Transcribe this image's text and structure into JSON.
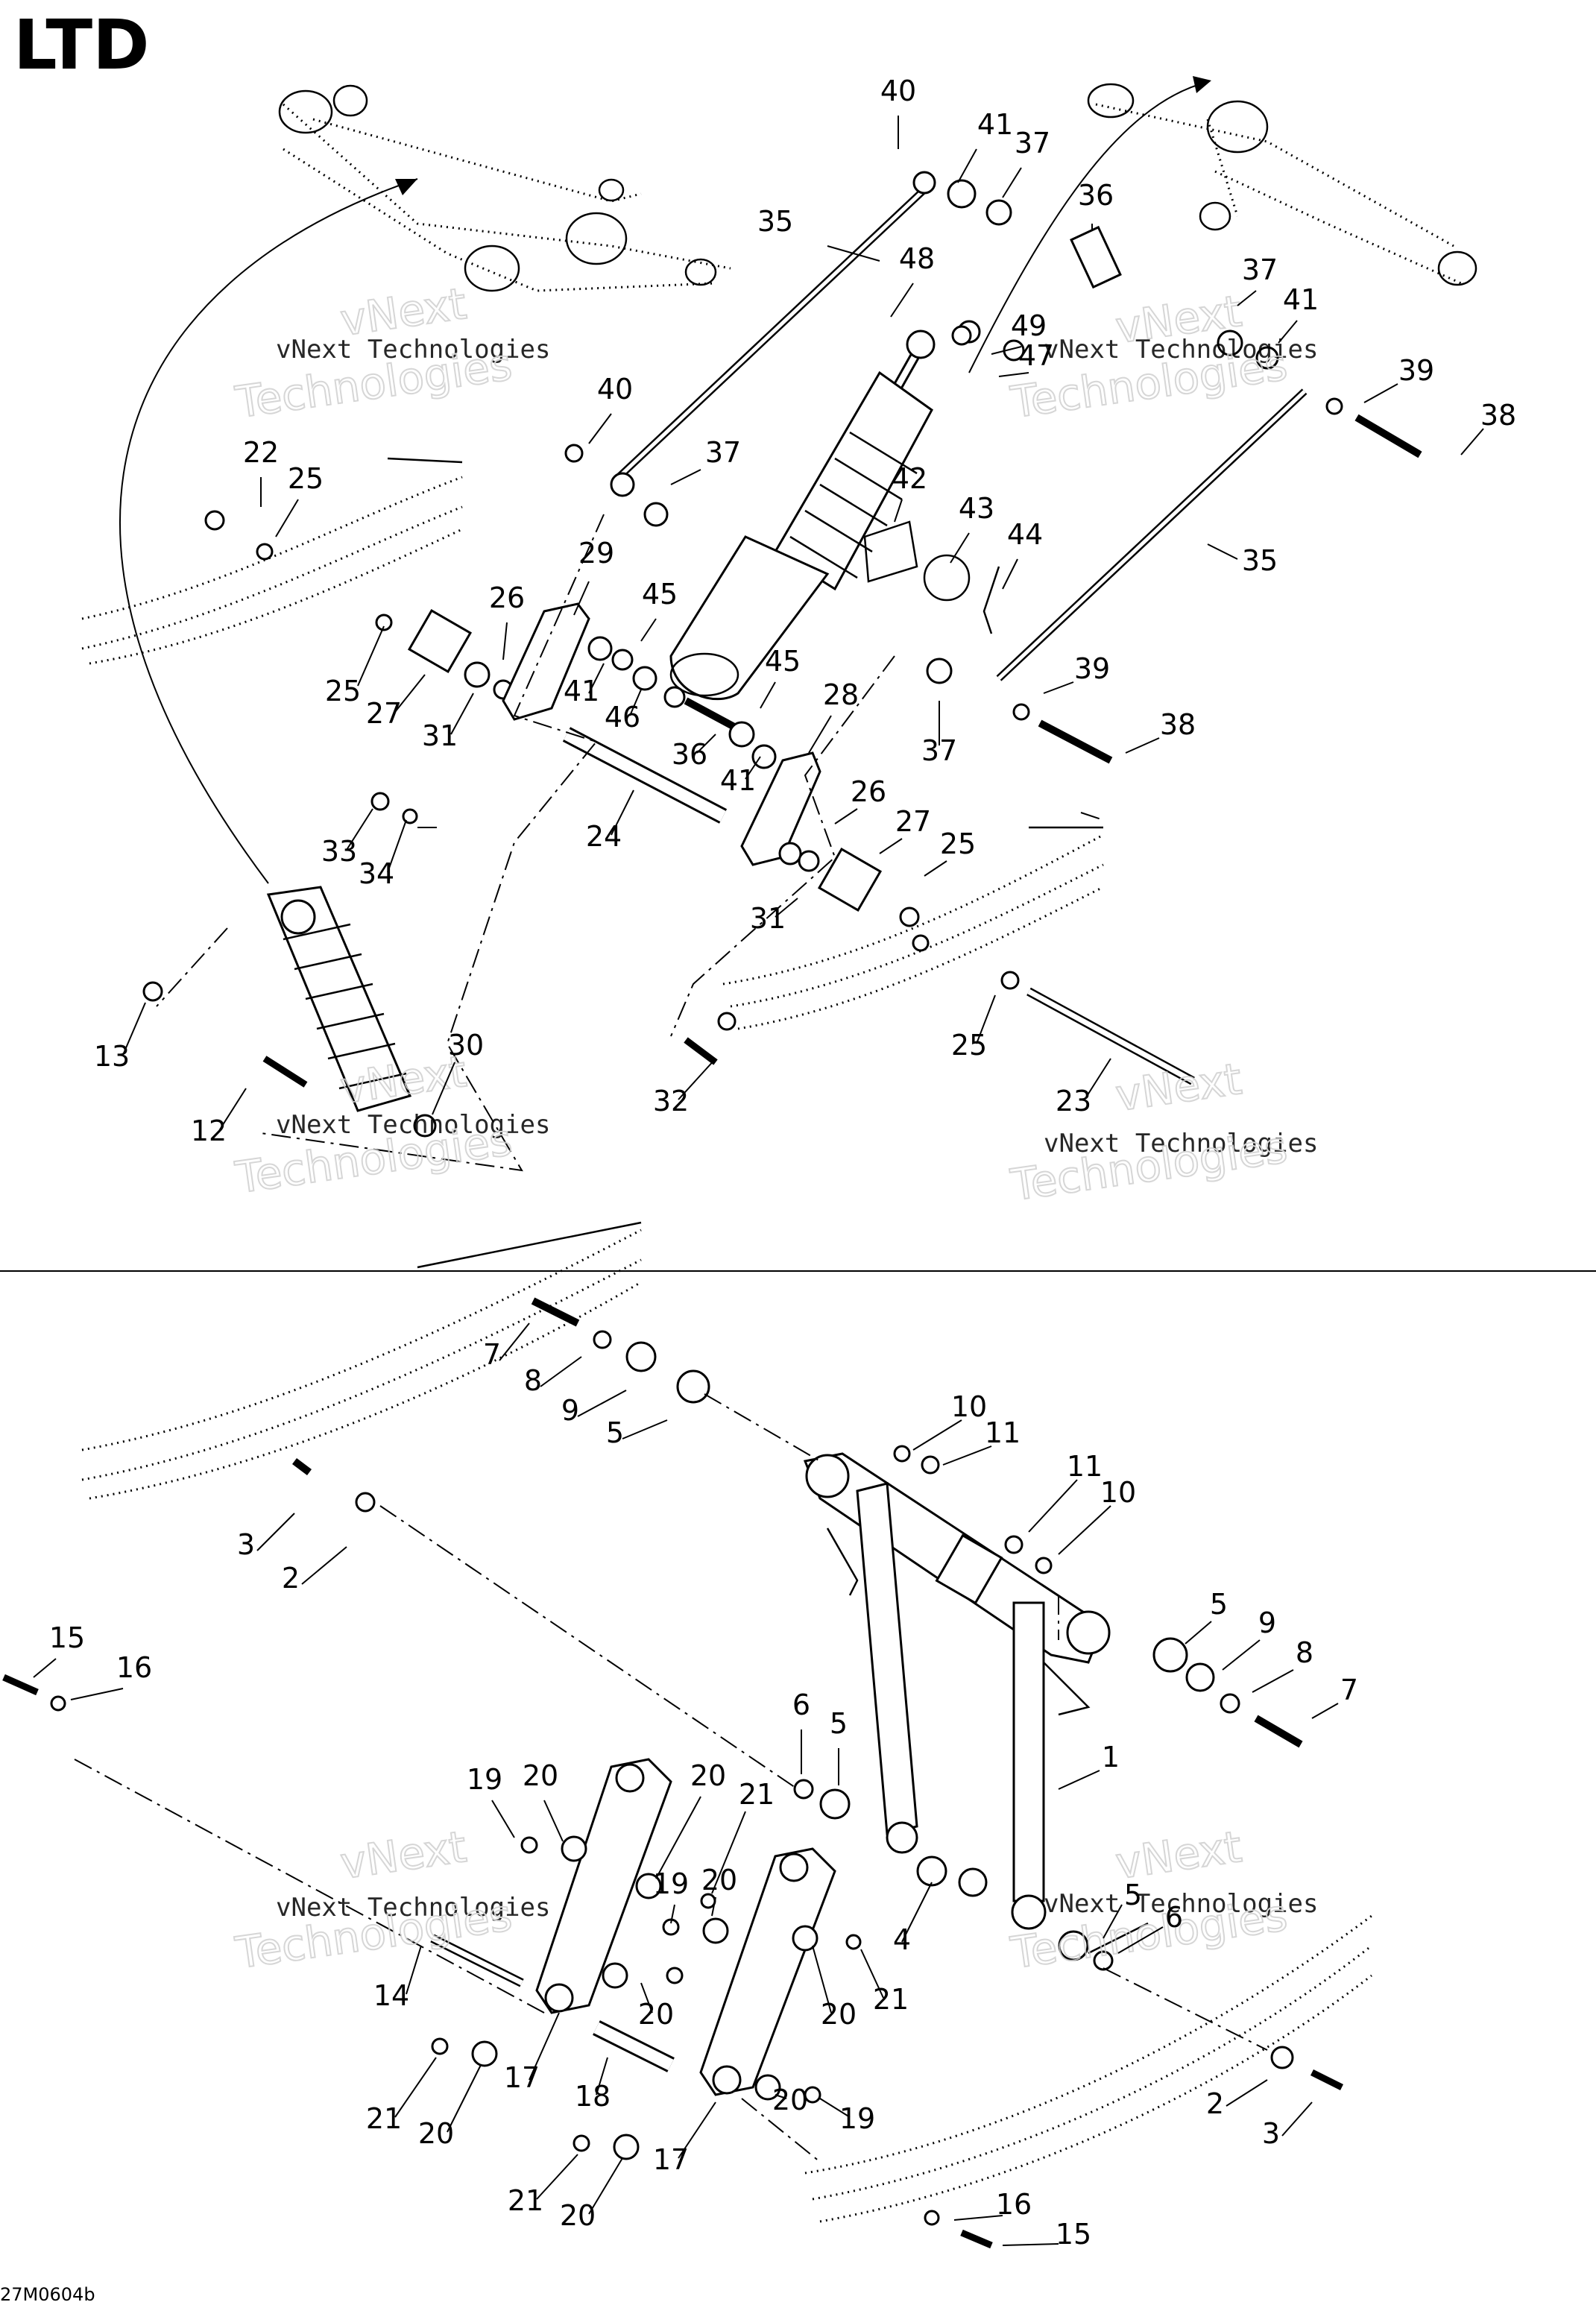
{
  "title": "LTD",
  "drawing_code": "27M0604b",
  "watermark": {
    "name": "vNext Technologies",
    "word": "Technologies",
    "script_top": "vNext"
  },
  "callouts": [
    "1",
    "2",
    "3",
    "4",
    "5",
    "6",
    "7",
    "8",
    "9",
    "10",
    "11",
    "12",
    "13",
    "14",
    "15",
    "16",
    "17",
    "18",
    "19",
    "20",
    "21",
    "22",
    "23",
    "24",
    "25",
    "26",
    "27",
    "28",
    "29",
    "30",
    "31",
    "32",
    "33",
    "34",
    "35",
    "36",
    "37",
    "38",
    "39",
    "40",
    "41",
    "42",
    "43",
    "44",
    "45",
    "46",
    "47",
    "48",
    "49"
  ]
}
